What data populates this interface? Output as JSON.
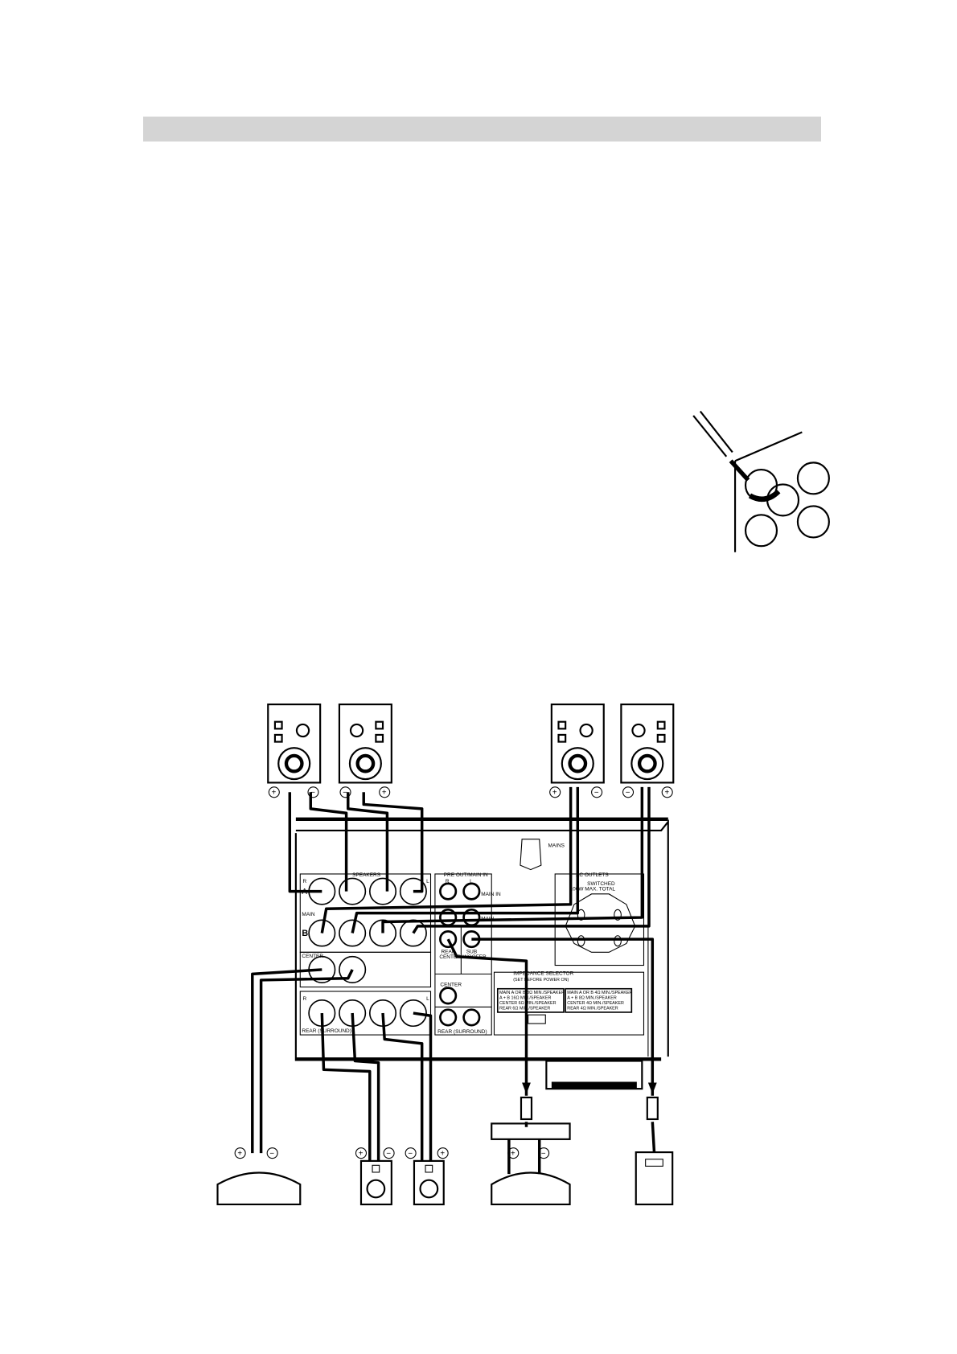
{
  "header_bar": {
    "color": "#d4d4d4"
  },
  "diagram": {
    "speakers_label": "SPEAKERS",
    "pre_out_label": "PRE OUT/MAIN IN",
    "main_in_label": "MAIN IN",
    "main_in_short": "MAIN",
    "mains_label": "MAINS",
    "row_a": "A",
    "row_b": "B",
    "main_label": "MAIN",
    "center_label": "CENTER",
    "rear_surround_label": "REAR (SURROUND)",
    "rear_center_label": [
      "REAR",
      "CENTER"
    ],
    "sub_woofer_label": [
      "SUB",
      "WOOFER"
    ],
    "pre_center_label": "CENTER",
    "pre_rear_label": "REAR (SURROUND)",
    "ac_outlets_label": "AC OUTLETS",
    "switched_label": [
      "SWITCHED",
      "100W MAX. TOTAL"
    ],
    "impedance_selector_label": "IMPEDANCE SELECTOR",
    "impedance_sub_label": "(SET BEFORE POWER ON)",
    "impedance_left": [
      "MAIN A OR B  8Ω MIN./SPEAKER",
      "A + B  16Ω MIN./SPEAKER",
      "CENTER  6Ω MIN./SPEAKER",
      "REAR  6Ω MIN./SPEAKER"
    ],
    "impedance_right": [
      "MAIN A OR B  4Ω MIN./SPEAKER",
      "A + B  8Ω MIN./SPEAKER",
      "CENTER  4Ω MIN./SPEAKER",
      "REAR  4Ω MIN./SPEAKER"
    ],
    "ch_r": "R",
    "ch_l": "L",
    "plus": "+",
    "minus": "−"
  }
}
